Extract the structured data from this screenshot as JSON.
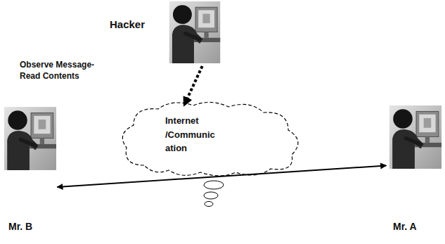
{
  "diagram": {
    "nodes": [
      {
        "text": [
          "Hacker"
        ]
      },
      {
        "text": [
          "Internet /Communic ation"
        ]
      },
      {
        "text": [
          "Mr. B"
        ]
      },
      {
        "text": [
          "Mr. A"
        ]
      }
    ],
    "edges": [
      {
        "from": 0,
        "to": 1,
        "arrow": "to"
      },
      {
        "from": 2,
        "to": 3,
        "arrow": "both"
      }
    ],
    "labels": [
      "Observe Message- Read Contents"
    ]
  }
}
